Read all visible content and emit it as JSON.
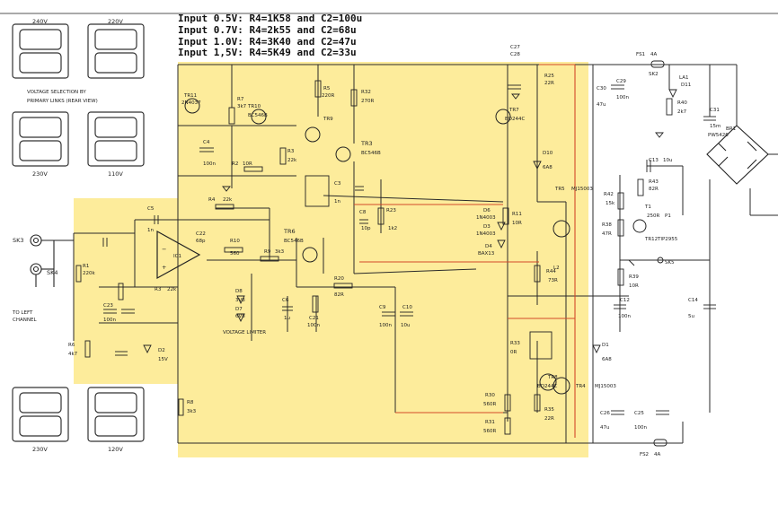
{
  "input_notes": [
    "Input 0.5V: R4=1K58 and C2=100u",
    "Input 0.7V: R4=2k55 and C2=68u",
    "Input 1.0V: R4=3K40 and C2=47u",
    "Input 1,5V: R4=5K49 and C2=33u"
  ],
  "colors": {
    "highlight": "#fde98a",
    "wire": "#2a2a2a",
    "red_wire": "#d24a2a",
    "paper": "#ffffff"
  },
  "voltage_block": {
    "v240": "240V",
    "v220": "220V",
    "v230": "230V",
    "v120": "120V",
    "v110": "110V",
    "caption_1": "VOLTAGE SELECTION BY",
    "caption_2": "PRIMARY LINKS (REAR VIEW)"
  },
  "inputs": {
    "sk3": "SK3",
    "sk4": "SK4",
    "to_left_1": "TO LEFT",
    "to_left_2": "CHANNEL"
  },
  "transistors": {
    "tr11": "TR11",
    "tr11_type": "2N4037",
    "tr10": "TR10",
    "tr10_type": "BC546B",
    "tr9": "TR9",
    "tr3": "TR3",
    "tr3_type": "BC546B",
    "tr6": "TR6",
    "tr6_type": "BC546B",
    "tr7": "TR7",
    "tr7_type": "BD244C",
    "tr5": "TR5",
    "tr5_type": "MJ15003",
    "tr4": "TR4",
    "tr4_type": "MJ15003",
    "tr8": "TR8",
    "tr8_type": "BD244C",
    "tr12": "TR12",
    "tr12_type": "TIP2955",
    "br": "BR1",
    "br_type": "PW5426"
  },
  "resistors": {
    "r7": "R7",
    "r7_v": "3k7",
    "r5": "R5",
    "r5_v": "220R",
    "r32": "R32",
    "r32_v": "270R",
    "r3": "R3",
    "r3_v": "22k",
    "r2": "R2",
    "r2_v": "10R",
    "r4": "R4",
    "r4_v": "22k",
    "r10": "R10",
    "r10_v": "560",
    "r1": "R1",
    "r1_v": "220k",
    "r_h": "R3",
    "r_h_v": "22k",
    "r9": "R9",
    "r9_v": "3k3",
    "r23": "R23",
    "r23_v": "1k2",
    "r11": "R11",
    "r11_v": "10R",
    "r20": "R20",
    "r20_v": "82R",
    "r8": "R8",
    "r8_v": "3k3",
    "r6": "R6",
    "r6_v": "4k7",
    "r33": "R33",
    "r33_v": "0R",
    "r30": "R30",
    "r30_v": "560R",
    "r31": "R31",
    "r31_v": "560R",
    "r35": "R35",
    "r35_v": "22R",
    "r25": "R25",
    "r25_v": "22R",
    "r40": "R40",
    "r40_v": "2k7",
    "r42": "R42",
    "r42_v": "15k",
    "r43": "R43",
    "r43_v": "82R",
    "r38": "R38",
    "r38_v": "47R",
    "r39": "R39",
    "r39_v": "10R",
    "r44": "R44",
    "r44_v": "73R"
  },
  "capacitors": {
    "c4": "C4",
    "c4_v": "100n",
    "c3": "C3",
    "c3_v": "1n",
    "c8": "C8",
    "c8_v": "10p",
    "c22": "C22",
    "c22_v": "68p",
    "c5": "C5",
    "c5_v": "1n",
    "c23": "C23",
    "c23_v": "100n",
    "c6": "C6",
    "c6_v": "1u",
    "c21": "C21",
    "c21_v": "100n",
    "c9": "C9",
    "c9_v": "100n",
    "c10": "C10",
    "c10_v": "10u",
    "c27": "C27",
    "c28": "C28",
    "c29": "C29",
    "c29_v": "100n",
    "c30": "C30",
    "c30_v": "47u",
    "c31": "C31",
    "c31_v": "15m",
    "c12": "C12",
    "c12_v": "100n",
    "c14": "C14",
    "c14_v": "5u",
    "c13": "C13",
    "c13_v": "10u",
    "c25": "C25",
    "c25_v": "100n",
    "c26": "C26",
    "c26_v": "47u"
  },
  "diodes": {
    "d10": "D10",
    "d10_v": "6A8",
    "d6": "D6",
    "d6_v": "1N4003",
    "d3": "D3",
    "d3_v": "1N4003",
    "d4": "D4",
    "d4_v": "BAX13",
    "d1": "D1",
    "d1_v": "6A8",
    "d8": "D8",
    "d8_v": "3V8",
    "d7": "D7",
    "d7_v": "6V8",
    "d2": "D2",
    "d2_v": "15V",
    "d11": "D11",
    "voltage_limiter": "VOLTAGE LIMITER",
    "l2": "L2"
  },
  "misc": {
    "fs1": "FS1",
    "fs1_v": "4A",
    "fs2": "FS2",
    "fs2_v": "4A",
    "sk2": "SK2",
    "sk5": "SK5",
    "la": "LA1",
    "ic": "IC1",
    "p1": "P1",
    "p1_v": "250R",
    "t1": "T1"
  }
}
